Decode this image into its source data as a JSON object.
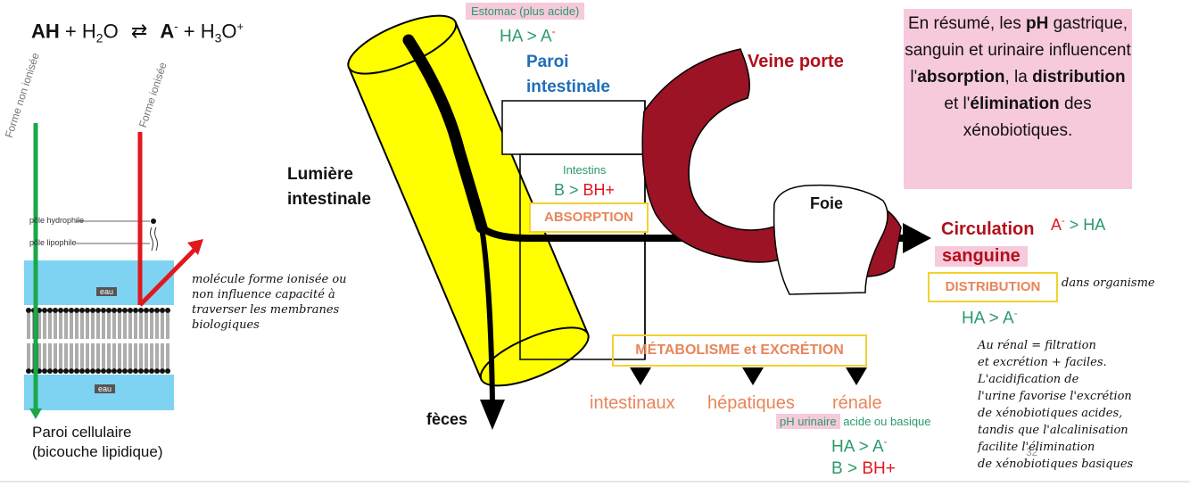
{
  "equation": {
    "reactant": "AH",
    "plus1": "+ H",
    "sub1": "2",
    "o1": "O",
    "arrows": "⇄",
    "product_a": "A",
    "minus": "-",
    "plus2": "+ H",
    "sub2": "3",
    "o2": "O",
    "plus_charge": "+"
  },
  "forme_non_ionisee": "Forme non ionisée",
  "forme_ionisee": "Forme ionisée",
  "membrane": {
    "pole_hydrophile": "pôle hydrophile",
    "pole_lipophile": "pôle lipophile",
    "eau_top": "eau",
    "eau_bottom": "eau",
    "caption_line1": "Paroi cellulaire",
    "caption_line2": "(bicouche lipidique)"
  },
  "handnote_molecule": [
    "molécule forme ionisée ou",
    "non influence capacité à",
    "traverser les membranes",
    "biologiques"
  ],
  "estomac": {
    "label": "Estomac (plus acide)",
    "rel_left": "HA > A",
    "rel_sup": "-"
  },
  "paroi_intestinale": [
    "Paroi",
    "intestinale"
  ],
  "lumiere_intestinale": [
    "Lumière",
    "intestinale"
  ],
  "intestins": {
    "label": "Intestins",
    "rel_b": "B > ",
    "rel_bh": "BH+"
  },
  "absorption": "ABSORPTION",
  "veine_porte": "Veine porte",
  "foie": "Foie",
  "circulation": [
    "Circulation",
    "sanguine"
  ],
  "circ_relation": {
    "a": "A",
    "sup": "-",
    "rest": " > HA"
  },
  "distribution": "DISTRIBUTION",
  "distribution_note": "dans organisme",
  "distribution_relation": {
    "left": "HA > A",
    "sup": "-"
  },
  "summary": {
    "t1": "En résumé, les ",
    "b1": "pH",
    "t2": "gastrique, sanguin et urinaire influencent l'",
    "b2": "absorption",
    "t3": ", la ",
    "b3": "distribution",
    "t4": " et l'",
    "b4": "élimination",
    "t5": " des xénobiotiques."
  },
  "metabolisme": "MÉTABOLISME et EXCRÉTION",
  "organs": [
    "intestinaux",
    "hépatiques",
    "rénale"
  ],
  "feces": "fèces",
  "ph_urinaire": {
    "label": "pH urinaire",
    "rest": "acide ou basique",
    "rel1_left": "HA > A",
    "rel1_sup": "-",
    "rel2_left": "B > ",
    "rel2_right": "BH+"
  },
  "page_number": "32",
  "handnote_renal": [
    "Au rénal = filtration",
    "et excrétion + faciles.",
    "L'acidification de",
    "l'urine favorise l'excrétion",
    "de xénobiotiques acides,",
    "tandis que l'alcalinisation",
    "facilite l'élimination",
    "de xénobiotiques basiques"
  ],
  "colors": {
    "green": "#1aa84a",
    "red": "#e0181e",
    "teal": "#2a9a6a",
    "blue": "#1f6fb8",
    "darkred": "#b0101a",
    "liver": "#9b1325",
    "yellow": "#ffff00",
    "pink": "#f7c9dc",
    "salmon": "#e8855a"
  }
}
